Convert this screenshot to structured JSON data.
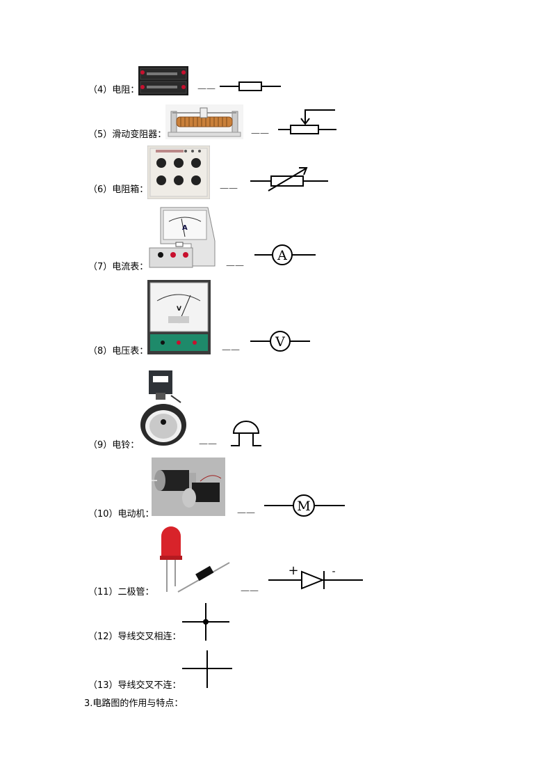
{
  "items": [
    {
      "label": "（4）电阻：",
      "dash": "——",
      "name": "resistor"
    },
    {
      "label": "（5）滑动变阻器：",
      "dash": "——",
      "name": "rheostat"
    },
    {
      "label": "（6）电阻箱：",
      "dash": "——",
      "name": "resistance-box"
    },
    {
      "label": "（7）电流表：",
      "dash": "——",
      "name": "ammeter",
      "symbol_letter": "A"
    },
    {
      "label": "（8）电压表：",
      "dash": "——",
      "name": "voltmeter",
      "symbol_letter": "V"
    },
    {
      "label": "（9）电铃：",
      "dash": "——",
      "name": "bell"
    },
    {
      "label": "（10）电动机：",
      "dash": "——",
      "name": "motor",
      "symbol_letter": "M"
    },
    {
      "label": "（11）二极管：",
      "dash": "——",
      "name": "diode",
      "plus": "+",
      "minus": "-"
    },
    {
      "label": "（12）导线交叉相连：",
      "name": "wires-connected"
    },
    {
      "label": "（13）导线交叉不连：",
      "name": "wires-not-connected"
    }
  ],
  "section_heading": "3.电路图的作用与特点："
}
